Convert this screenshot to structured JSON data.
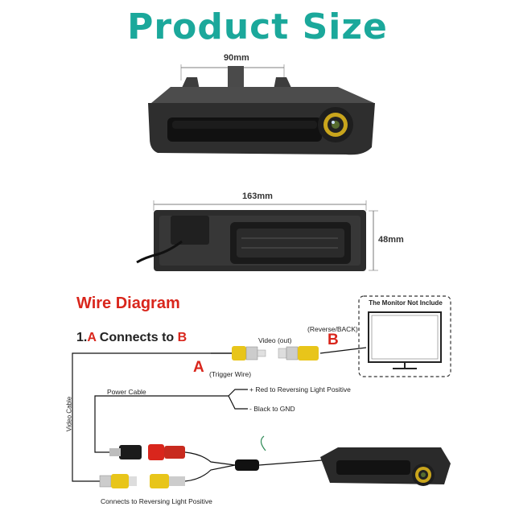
{
  "title": "Product Size",
  "dimensions": {
    "width_top": "90mm",
    "length": "163mm",
    "height": "48mm"
  },
  "wire_diagram": {
    "title": "Wire Diagram",
    "connects_prefix": "1.",
    "connects_a": "A",
    "connects_mid": " Connects to ",
    "connects_b": "B",
    "video_out": "Video (out)",
    "reverse_back": "(Reverse/BACK)",
    "label_a": "A",
    "trigger_wire": "(Trigger Wire)",
    "label_b": "B",
    "monitor_not_include": "The Monitor Not Include",
    "power_cable": "Power Cable",
    "red_positive": "+ Red to Reversing Light Positive",
    "black_gnd": "- Black to GND",
    "video_cable": "Video Cable",
    "connects_reversing": "Connects to Reversing Light Positive"
  }
}
